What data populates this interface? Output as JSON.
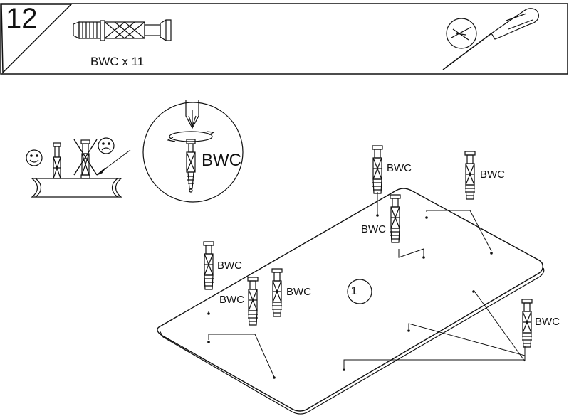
{
  "step": {
    "number": "12"
  },
  "parts": [
    {
      "code": "BWC",
      "quantity_text": "BWC x 11"
    }
  ],
  "tool": {
    "icon": "phillips-screwdriver-icon"
  },
  "detail": {
    "label": "BWC"
  },
  "callout_labels": [
    "BWC",
    "BWC",
    "BWC",
    "BWC",
    "BWC",
    "BWC",
    "BWC"
  ],
  "panel": {
    "part_number": "1"
  },
  "icons": {
    "correct": "smiley-face-icon",
    "incorrect": "sad-face-icon"
  }
}
